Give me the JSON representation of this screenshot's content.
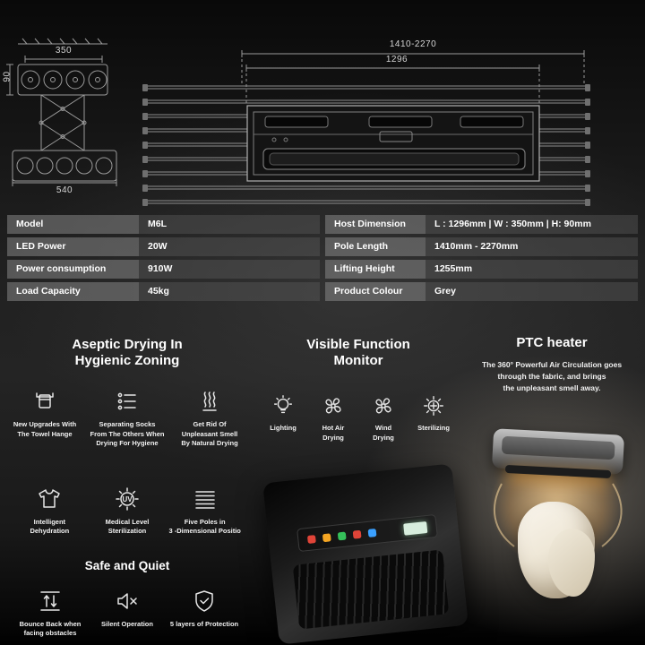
{
  "drawings": {
    "left": {
      "top_dim": "350",
      "side_dim": "90",
      "bottom_dim": "540"
    },
    "right": {
      "outer_dim": "1410-2270",
      "inner_dim": "1296"
    }
  },
  "spec_table": {
    "left": [
      {
        "label": "Model",
        "value": "M6L"
      },
      {
        "label": "LED Power",
        "value": "20W"
      },
      {
        "label": "Power consumption",
        "value": "910W"
      },
      {
        "label": "Load Capacity",
        "value": "45kg"
      }
    ],
    "right": [
      {
        "label": "Host Dimension",
        "value": "L : 1296mm | W : 350mm | H: 90mm"
      },
      {
        "label": "Pole Length",
        "value": "1410mm - 2270mm"
      },
      {
        "label": "Lifting Height",
        "value": "1255mm"
      },
      {
        "label": "Product Colour",
        "value": "Grey"
      }
    ]
  },
  "aseptic": {
    "title": "Aseptic Drying In\nHygienic Zoning",
    "items": [
      {
        "icon": "towel-rack-icon",
        "label": "New Upgrades With\nThe Towel Hange"
      },
      {
        "icon": "sock-separator-icon",
        "label": "Separating Socks\nFrom The Others When\nDrying For Hygiene"
      },
      {
        "icon": "natural-drying-icon",
        "label": "Get Rid Of\nUnpleasant Smell\nBy Natural Drying"
      },
      {
        "icon": "dehydration-shirt-icon",
        "label": "Intelligent\nDehydration"
      },
      {
        "icon": "uv-sterilization-icon",
        "label": "Medical Level\nSterilization",
        "icon_text": "UV"
      },
      {
        "icon": "five-poles-icon",
        "label": "Five Poles in\n3 -Dimensional Positio"
      }
    ]
  },
  "monitor": {
    "title": "Visible Function\nMonitor",
    "items": [
      {
        "icon": "lighting-bulb-icon",
        "label": "Lighting"
      },
      {
        "icon": "hot-air-fan-icon",
        "label": "Hot Air\nDrying"
      },
      {
        "icon": "wind-fan-icon",
        "label": "Wind\nDrying"
      },
      {
        "icon": "sterilizing-icon",
        "label": "Sterilizing"
      }
    ]
  },
  "ptc": {
    "title": "PTC heater",
    "description": "The 360° Powerful Air Circulation goes\nthrough the fabric, and brings\nthe unpleasant smell away."
  },
  "safe": {
    "title": "Safe and Quiet",
    "items": [
      {
        "icon": "bounce-back-icon",
        "label": "Bounce Back when\nfacing obstacles"
      },
      {
        "icon": "silent-icon",
        "label": "Silent Operation"
      },
      {
        "icon": "shield-icon",
        "label": "5 layers of Protection"
      }
    ]
  },
  "colors": {
    "text": "#ffffff",
    "drawing_line": "#9a9a9a",
    "glow": "#ffd696",
    "indicator_red": "#e04438",
    "indicator_orange": "#f5a623",
    "indicator_green": "#35c05a",
    "indicator_blue": "#3aa0ff"
  }
}
